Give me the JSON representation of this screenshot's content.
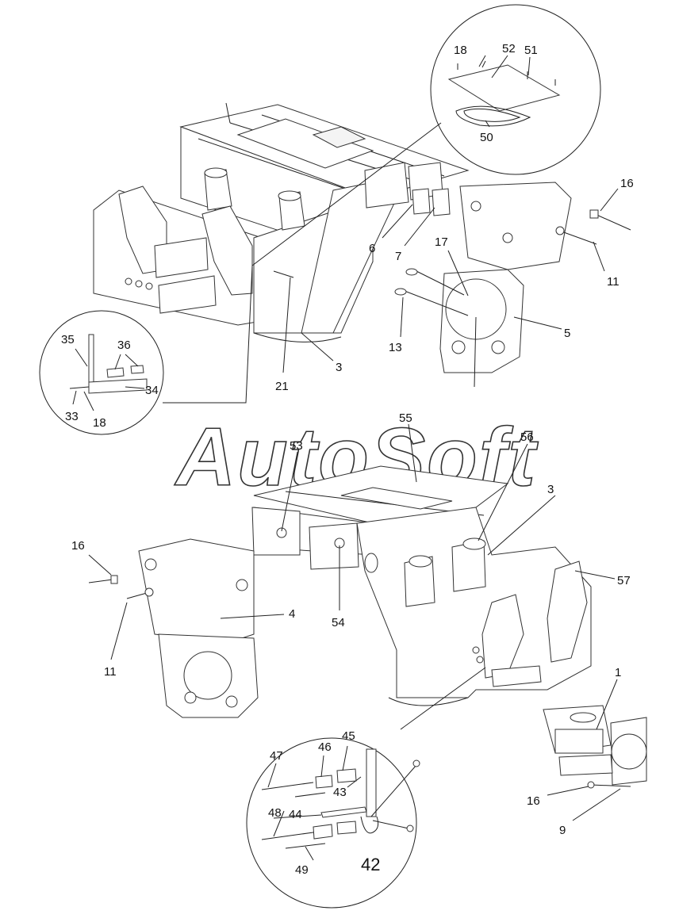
{
  "watermark": "AutoSoft",
  "detail_label_42": "42",
  "callouts": {
    "c18a": "18",
    "c52": "52",
    "c51": "51",
    "c50": "50",
    "c16a": "16",
    "c11a": "11",
    "c6": "6",
    "c7": "7",
    "c17": "17",
    "c13": "13",
    "c5": "5",
    "c3a": "3",
    "c21": "21",
    "c35": "35",
    "c36": "36",
    "c34": "34",
    "c33": "33",
    "c18b": "18",
    "c55": "55",
    "c56": "56",
    "c53": "53",
    "c3b": "3",
    "c57": "57",
    "c16b": "16",
    "c11b": "11",
    "c4": "4",
    "c54": "54",
    "c1": "1",
    "c16c": "16",
    "c9": "9",
    "c45": "45",
    "c46": "46",
    "c47": "47",
    "c43": "43",
    "c44": "44",
    "c48": "48",
    "c49": "49"
  }
}
